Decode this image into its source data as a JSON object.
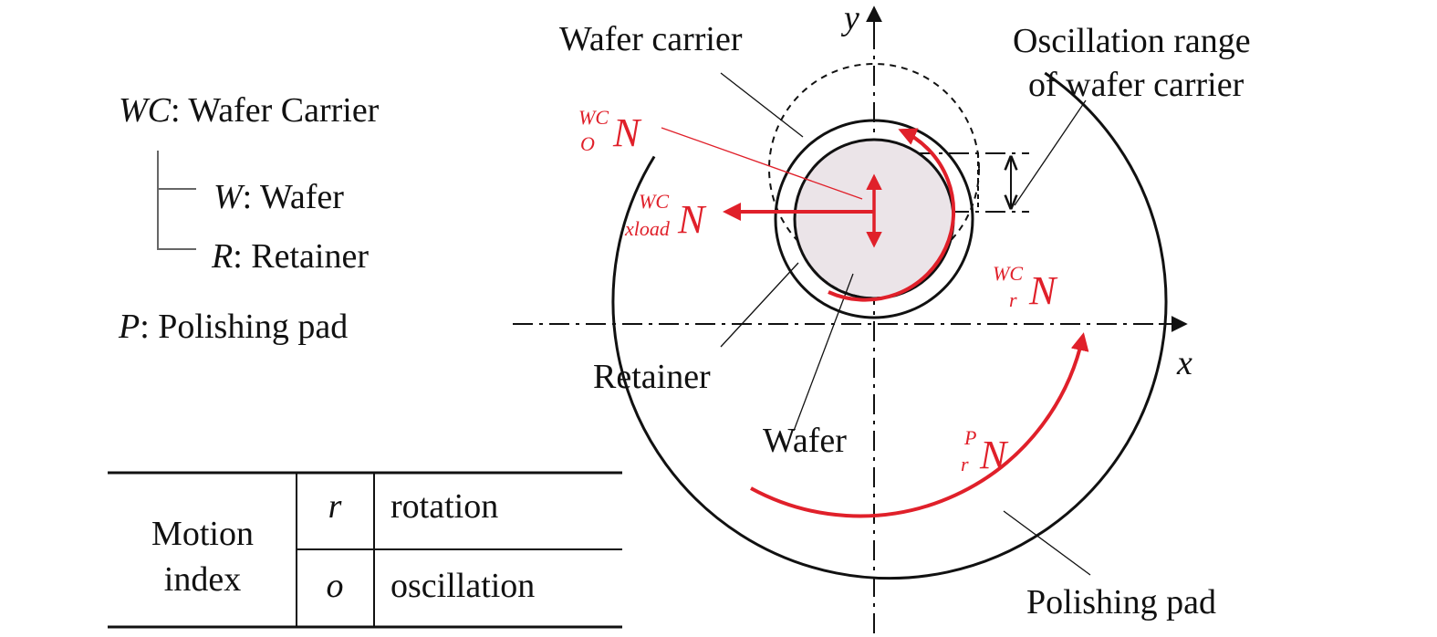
{
  "legend": {
    "wc_symbol": "WC",
    "wc_text": ": Wafer Carrier",
    "w_symbol": "W",
    "w_text": ": Wafer",
    "r_symbol": "R",
    "r_text": ": Retainer",
    "p_symbol": "P",
    "p_text": ": Polishing pad"
  },
  "motion_table": {
    "header": [
      "Motion",
      "index"
    ],
    "rows": [
      {
        "symbol": "r",
        "meaning": "rotation"
      },
      {
        "symbol": "o",
        "meaning": "oscillation"
      }
    ]
  },
  "axes": {
    "x_label": "x",
    "y_label": "y"
  },
  "component_labels": {
    "wafer_carrier": "Wafer carrier",
    "oscillation_line1": "Oscillation range",
    "oscillation_line2": "of wafer carrier",
    "retainer": "Retainer",
    "wafer": "Wafer",
    "polishing_pad": "Polishing pad"
  },
  "motion_symbols": {
    "wc_osc": {
      "sup": "WC",
      "sub": "O",
      "main": "N"
    },
    "wc_load": {
      "sup": "WC",
      "sub": "xload",
      "main": "N"
    },
    "wc_rot": {
      "sup": "WC",
      "sub": "r",
      "main": "N"
    },
    "p_rot": {
      "sup": "P",
      "sub": "r",
      "main": "N"
    }
  },
  "colors": {
    "accent": "#e0202a",
    "line": "#111111",
    "wafer_fill": "#ebe4e8"
  }
}
